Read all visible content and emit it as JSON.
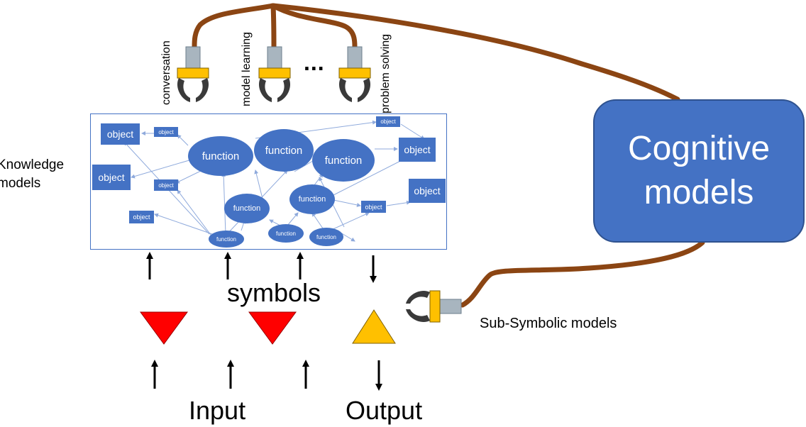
{
  "knowledge_label": [
    "Knowledge",
    "models"
  ],
  "grippers": {
    "conversation": "conversation",
    "model_learning": "model learning",
    "ellipsis": "...",
    "problem_solving": "problem solving"
  },
  "nodes": {
    "object": "object",
    "function": "function"
  },
  "cognitive_label": [
    "Cognitive",
    "models"
  ],
  "symbols_label": "symbols",
  "sub_symbolic_label": "Sub-Symbolic models",
  "input_label": "Input",
  "output_label": "Output",
  "colors": {
    "node_blue": "#4472c4",
    "cable_brown": "#8b4513",
    "input_triangle_red": "#ff0000",
    "output_triangle_yellow": "#ffc000"
  }
}
